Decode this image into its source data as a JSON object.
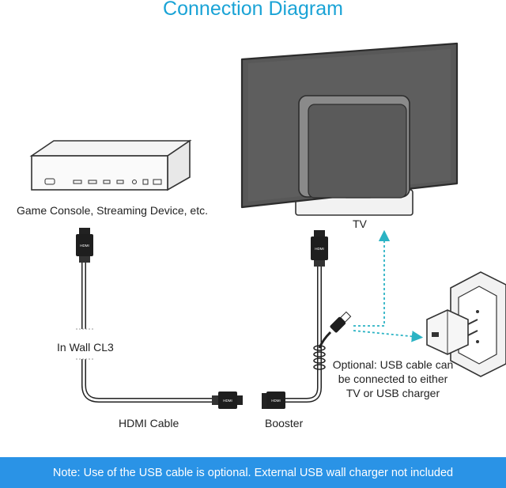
{
  "title": "Connection Diagram",
  "labels": {
    "console": "Game Console, Streaming Device, etc.",
    "tv": "TV",
    "in_wall": "In Wall CL3",
    "hdmi_cable": "HDMI Cable",
    "booster": "Booster",
    "optional_line1": "Optional: USB cable can",
    "optional_line2": "be connected to either",
    "optional_line3": "TV or USB charger"
  },
  "connector_text": "HDMI",
  "footer": {
    "note": "Note: Use of the USB cable is optional. External USB wall charger not included"
  },
  "colors": {
    "title": "#1aa3d6",
    "footer_bg": "#2a93e6",
    "footer_text": "#ffffff",
    "dashed_arrow": "#2bb3c4",
    "screen": "#5a5a5a"
  },
  "icons": [
    "game-console-icon",
    "tv-icon",
    "hdmi-connector-icon",
    "usb-connector-icon",
    "usb-wall-charger-icon",
    "wall-outlet-icon"
  ]
}
